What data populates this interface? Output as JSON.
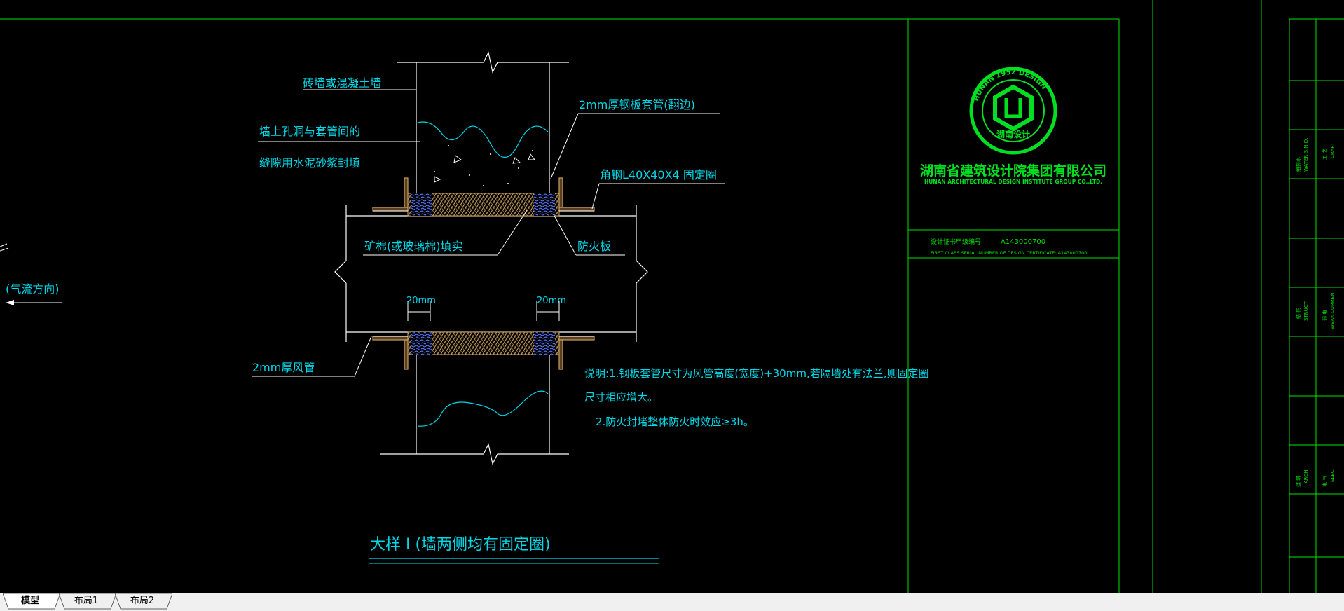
{
  "colors": {
    "background": "#000000",
    "frame_line": "#00e000",
    "annotation_text": "#00d8e8",
    "drawing_line": "#ffffff",
    "cyan_line": "#00d8e8",
    "hatch_brown": "#c8a060",
    "seal_green": "#00e020",
    "tab_bg": "#f0f0f0"
  },
  "drawing": {
    "labels": {
      "wall": "砖墙或混凝土墙",
      "gap_line1": "墙上孔洞与套管间的",
      "gap_line2": "缝隙用水泥砂浆封填",
      "steel_sleeve": "2mm厚钢板套管(翻边)",
      "angle_steel": "角钢L40X40X4 固定圈",
      "mineral_wool": "矿棉(或玻璃棉)填实",
      "fire_board": "防火板",
      "dim_left": "20mm",
      "dim_right": "20mm",
      "duct": "2mm厚风管",
      "airflow": "(气流方向)",
      "note_line1": "说明:1.钢板套管尺寸为风管高度(宽度)+30mm,若隔墙处有法兰,则固定圈",
      "note_line2": "尺寸相应增大。",
      "note_line3": "2.防火封堵整体防火时效应≥3h。",
      "detail_title": "大样 I (墙两侧均有固定圈)"
    }
  },
  "title_block": {
    "company_cn": "湖南省建筑设计院集团有限公司",
    "company_en": "HUNAN ARCHITECTURAL DESIGN INSTITUTE GROUP CO.,LTD.",
    "seal_outer_text": "HUNAN 1952 DESIGN",
    "seal_inner_text": "湖南设计",
    "cert_label_cn": "设计证书甲级编号",
    "cert_number": "A143000700",
    "cert_label_en": "FIRST CLASS SERIAL NUMBER OF DESIGN CERTIFICATE: A143000700"
  },
  "sign_column": {
    "row1_cn": "给排水",
    "row1_en": "WATER S.N.D.",
    "row1b_cn": "工 艺",
    "row1b_en": "CRAFT",
    "row2_cn": "结 构",
    "row2_en": "STRUCT",
    "row2b_cn": "弱 电",
    "row2b_en": "WEAK CURRENT",
    "row3_cn": "建 筑",
    "row3_en": "ARCH.",
    "row3b_cn": "电 气",
    "row3b_en": "ELEC"
  },
  "tabs": [
    {
      "label": "模型",
      "active": true
    },
    {
      "label": "布局1",
      "active": false
    },
    {
      "label": "布局2",
      "active": false
    }
  ]
}
